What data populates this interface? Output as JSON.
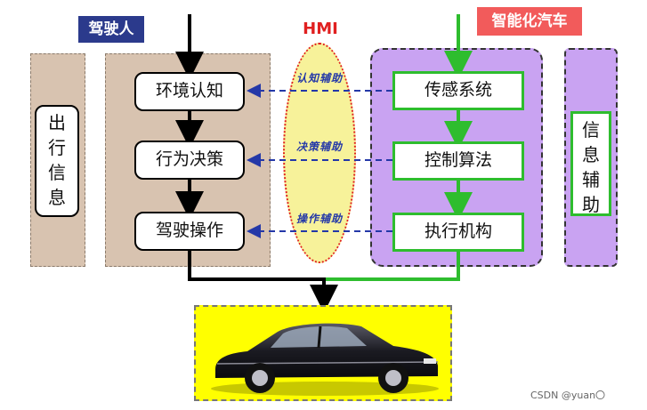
{
  "tags": {
    "driver": "驾驶人",
    "car": "智能化汽车"
  },
  "hmi": {
    "label": "HMI",
    "assist": [
      "认知辅助",
      "决策辅助",
      "操作辅助"
    ]
  },
  "trip_info": "出行信息",
  "info_assist": "信息辅助",
  "driver_steps": [
    "环境认知",
    "行为决策",
    "驾驶操作"
  ],
  "system_steps": [
    "传感系统",
    "控制算法",
    "执行机构"
  ],
  "watermark": "CSDN @yuan〇",
  "colors": {
    "driver_tag": "#2b3a8c",
    "car_tag": "#f25b5b",
    "driver_panel": "#d8c3b0",
    "system_panel": "#c9a3f2",
    "green": "#2ebd2e",
    "hmi_fill": "#f7f29a",
    "assist_arrow": "#2438a8",
    "car_bg": "#ffff00"
  }
}
